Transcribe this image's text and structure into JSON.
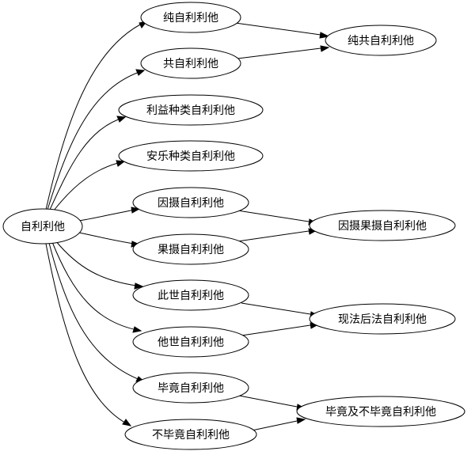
{
  "diagram": {
    "nodes": {
      "root": "自利利他",
      "chun_zi_li_li_ta": "纯自利利他",
      "gong_zi_li_li_ta": "共自利利他",
      "chun_gong": "纯共自利利他",
      "li_yi_zhong_lei": "利益种类自利利他",
      "an_le_zhong_lei": "安乐种类自利利他",
      "yin_she": "因摄自利利他",
      "guo_she": "果摄自利利他",
      "yin_she_guo_she": "因摄果摄自利利他",
      "ci_shi": "此世自利利他",
      "ta_shi": "他世自利利他",
      "xian_fa_hou_fa": "现法后法自利利他",
      "bi_jing": "毕竟自利利他",
      "bu_bi_jing": "不毕竟自利利他",
      "bi_jing_ji_bu_bi_jing": "毕竟及不毕竟自利利他"
    }
  }
}
